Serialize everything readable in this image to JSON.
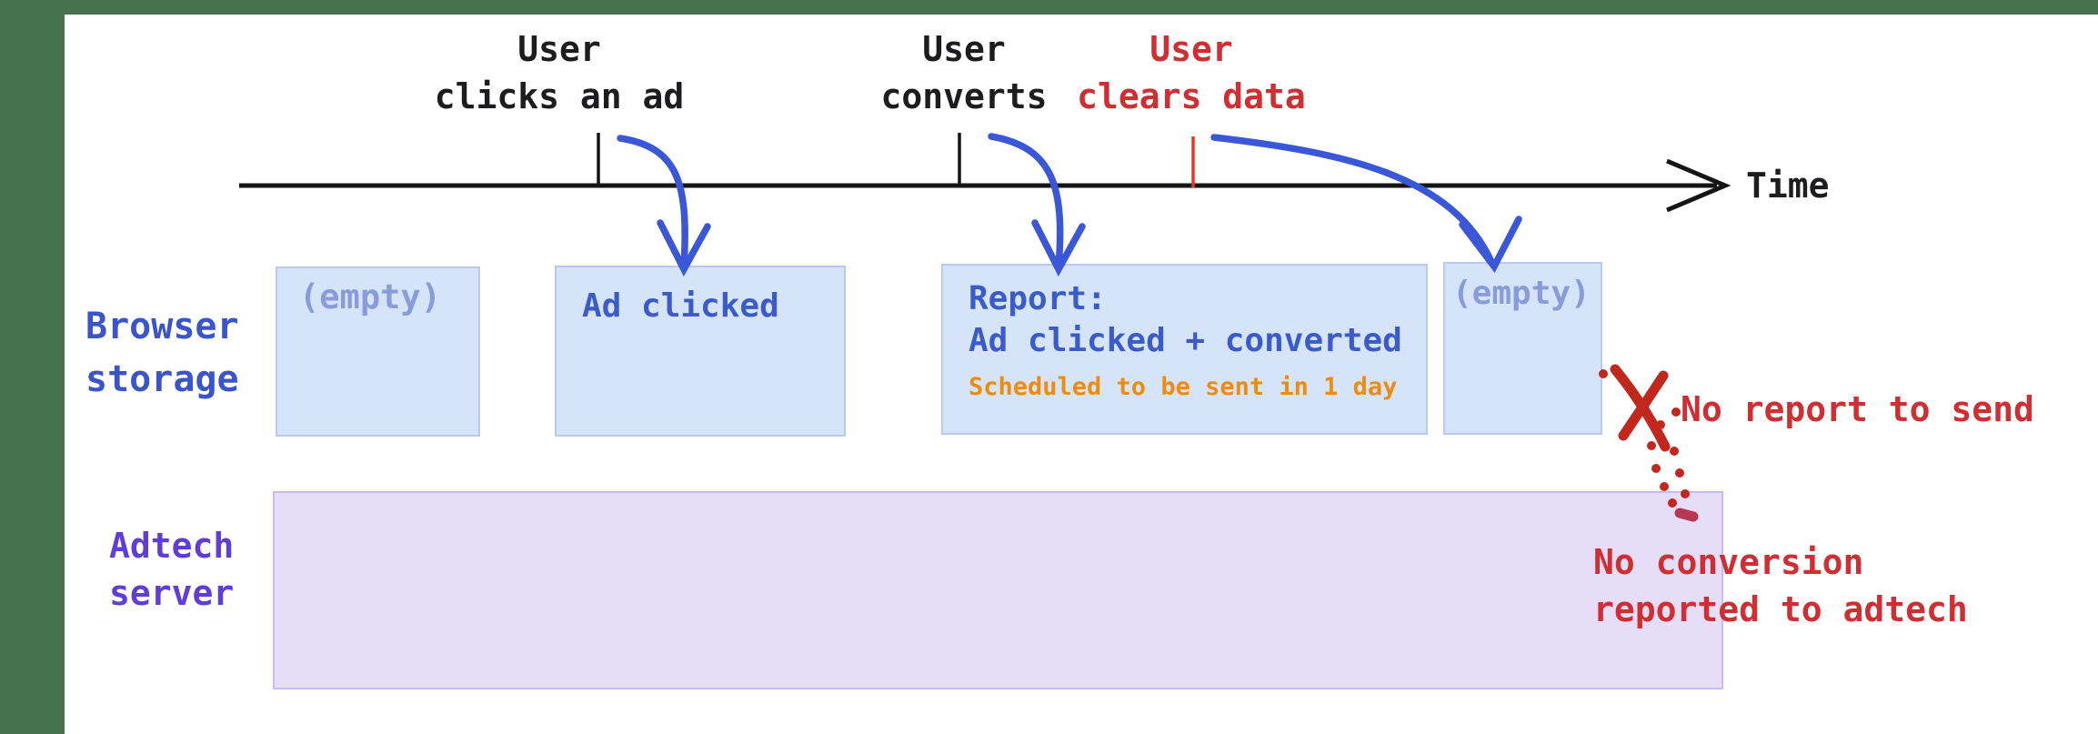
{
  "colors": {
    "frame_green": "#47724E",
    "canvas_white": "#ffffff",
    "text_black": "#1d1d1f",
    "event_red": "#cf2e33",
    "arrow_blue": "#3a57d7",
    "timeline_black": "#151515",
    "storage_fill": "#d5e4f9",
    "storage_border": "#b9c9f0",
    "storage_text": "#3a5bc9",
    "empty_text": "#8a9bdb",
    "scheduled_orange": "#ee8c0e",
    "adtech_fill": "#e6def9",
    "adtech_border": "#c9bcf2",
    "adtech_label": "#5f3dd6",
    "browser_label": "#3a55cc",
    "tick_red": "#e03a2e",
    "x_red": "#c2271d",
    "dash_red": "#b73652"
  },
  "timeline": {
    "axis_label": "Time",
    "events": [
      {
        "line1": "User",
        "line2": "clicks an ad",
        "color": "black"
      },
      {
        "line1": "User",
        "line2": "converts",
        "color": "black"
      },
      {
        "line1": "User",
        "line2": "clears data",
        "color": "red"
      }
    ]
  },
  "browser_storage": {
    "label_line1": "Browser",
    "label_line2": "storage",
    "boxes": [
      {
        "text": "(empty)"
      },
      {
        "text": "Ad clicked"
      },
      {
        "line1": "Report:",
        "line2": "Ad clicked + converted",
        "note": "Scheduled to be sent in 1 day"
      },
      {
        "text": "(empty)"
      }
    ]
  },
  "adtech_server": {
    "label_line1": "Adtech",
    "label_line2": "server"
  },
  "annotations": {
    "no_report": "No report to send",
    "no_conversion_line1": "No conversion",
    "no_conversion_line2": "reported to adtech"
  }
}
